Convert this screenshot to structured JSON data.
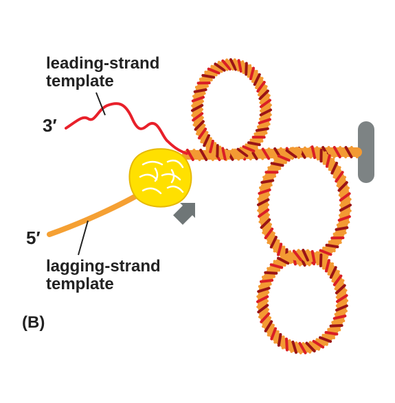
{
  "labels": {
    "leading_line1": "leading-strand",
    "leading_line2": "template",
    "lagging_line1": "lagging-strand",
    "lagging_line2": "template",
    "three_prime": "3′",
    "five_prime": "5′",
    "panel": "(B)"
  },
  "colors": {
    "leading_strand": "#e8202a",
    "lagging_strand": "#f5a033",
    "helix_red": "#d91f26",
    "helix_dark_red": "#9a1416",
    "helix_orange": "#f39a33",
    "helicase_fill": "#ffe000",
    "helicase_outline": "#e6b800",
    "arrow": "#6f7677",
    "anchor": "#7d8384",
    "leader_line": "#222222"
  },
  "icons": {
    "helicase": "helicase-blob-icon",
    "direction_arrow": "arrow-right-icon",
    "anchor": "anchor-bar-icon"
  }
}
